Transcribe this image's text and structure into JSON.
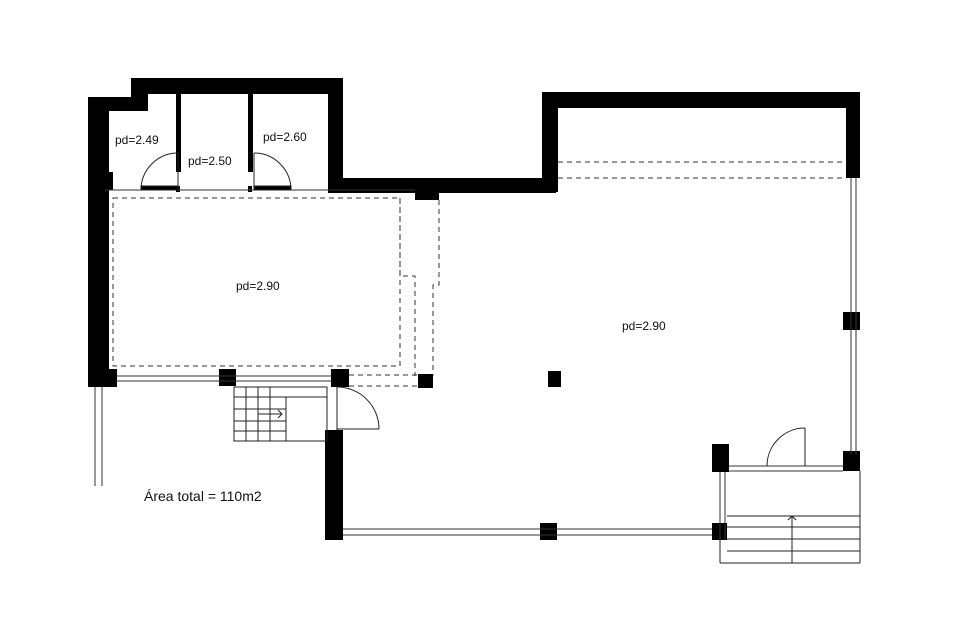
{
  "plan": {
    "labels": {
      "room_1": "pd=2.49",
      "room_2": "pd=2.50",
      "room_3": "pd=2.60",
      "room_4": "pd=2.90",
      "room_5": "pd=2.90"
    },
    "total_area": "Área total = 110m2"
  },
  "colors": {
    "wall": "#000000",
    "line": "#333333",
    "background": "#ffffff"
  }
}
